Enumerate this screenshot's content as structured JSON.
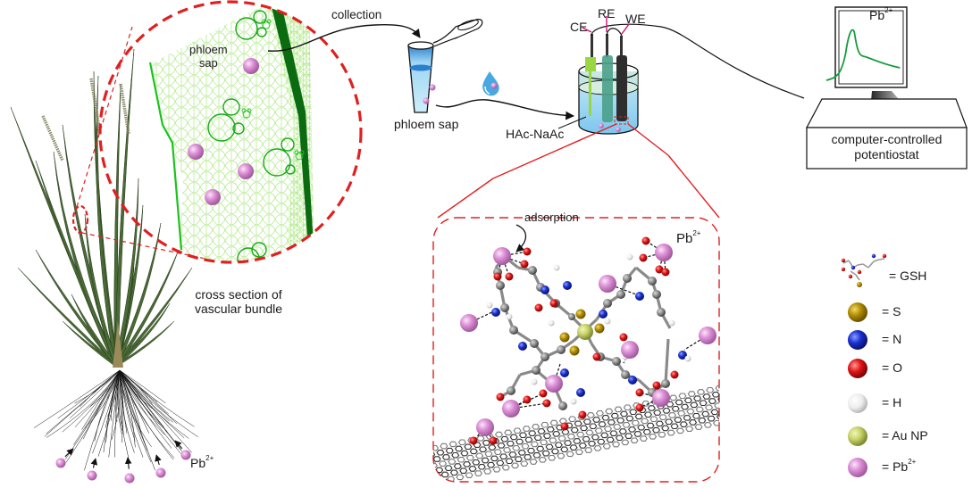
{
  "figure": {
    "type": "schematic",
    "colors": {
      "dashed_callout": "#e02020",
      "pb_ion": "#d98ad4",
      "phloem_cell_lines": "#8ee05a",
      "vascular_outline": "#1aa81a",
      "epidermis": "#0b6b10",
      "grass_leaf": "#4a6a36",
      "electrode_lead": "#d0107a",
      "trace_line": "#149a3c",
      "solution_blue": "#8ccdf0",
      "atom_S": "#b08c00",
      "atom_N": "#1a2fd0",
      "atom_O": "#e01414",
      "atom_H": "#e8e8e8",
      "atom_Au": "#c8d26a",
      "atom_Pb": "#d98ad4",
      "atom_C": "#808080"
    }
  },
  "plant": {
    "ion_label": "Pb",
    "ion_charge": "2+"
  },
  "cross_section": {
    "inner_label_line1": "phloem",
    "inner_label_line2": "sap",
    "caption_line1": "cross section of",
    "caption_line2": "vascular bundle"
  },
  "collection": {
    "arrow_label": "collection",
    "tube_label": "phloem sap"
  },
  "cell": {
    "electrolyte_label": "HAc-NaAc",
    "electrodes": [
      {
        "label": "CE",
        "color": "#9ad640"
      },
      {
        "label": "RE",
        "color": "#4aa088"
      },
      {
        "label": "WE",
        "color": "#333333"
      }
    ]
  },
  "instrument": {
    "screen_label": "Pb",
    "screen_charge": "2+",
    "label_line1": "computer-controlled",
    "label_line2": "potentiostat"
  },
  "zoom_panel": {
    "arrow_label": "adsorption",
    "ion_label": "Pb",
    "ion_charge": "2+"
  },
  "legend": {
    "items": [
      {
        "symbol": "GSH molecule",
        "label": "= GSH"
      },
      {
        "symbol": "S atom",
        "label": "= S",
        "color": "#b08c00"
      },
      {
        "symbol": "N atom",
        "label": "= N",
        "color": "#1a2fd0"
      },
      {
        "symbol": "O atom",
        "label": "= O",
        "color": "#e01414"
      },
      {
        "symbol": "H atom",
        "label": "= H",
        "color": "#e8e8e8"
      },
      {
        "symbol": "Au nanoparticle",
        "label": "= Au NP",
        "color": "#c8d26a"
      },
      {
        "symbol": "Pb ion",
        "label": "= Pb",
        "charge": "2+",
        "color": "#d98ad4"
      }
    ]
  }
}
